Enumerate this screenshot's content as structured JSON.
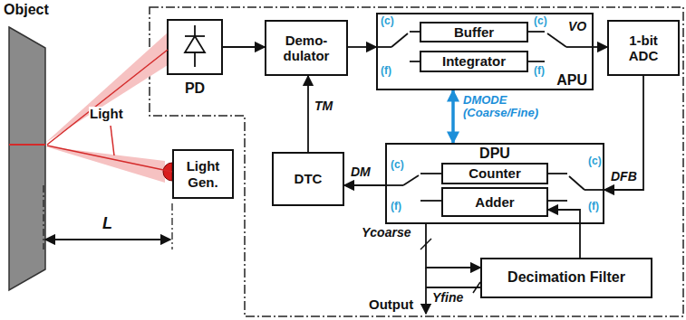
{
  "diagram": {
    "nodes": [
      {
        "text": [
          "Object"
        ]
      },
      {
        "text": [
          "PD"
        ]
      },
      {
        "text": [
          "Demo- dulator"
        ]
      },
      {
        "text": [
          "APU"
        ]
      },
      {
        "text": [
          "Buffer"
        ],
        "in": 3
      },
      {
        "text": [
          "Integrator"
        ],
        "in": 3
      },
      {
        "text": [
          "1-bit ADC"
        ]
      },
      {
        "text": [
          "Light Gen."
        ]
      },
      {
        "text": [
          "DTC"
        ]
      },
      {
        "text": [
          "DPU"
        ]
      },
      {
        "text": [
          "Counter"
        ],
        "in": 9
      },
      {
        "text": [
          "Adder"
        ],
        "in": 9
      },
      {
        "text": [
          "Decimation Filter"
        ]
      }
    ],
    "edges": [
      {
        "from": 7,
        "to": 0,
        "arrow": "none"
      },
      {
        "from": 0,
        "to": 1,
        "arrow": "none"
      },
      {
        "from": 1,
        "to": 2,
        "arrow": "to"
      },
      {
        "from": 2,
        "to": 3,
        "arrow": "to"
      },
      {
        "from": 3,
        "to": 6,
        "label": "VO",
        "arrow": "to"
      },
      {
        "from": 6,
        "to": 9,
        "label": "DFB",
        "arrow": "to"
      },
      {
        "from": 9,
        "to": 8,
        "label": "DM",
        "arrow": "to"
      },
      {
        "from": 8,
        "to": 2,
        "label": "TM",
        "arrow": "to"
      },
      {
        "from": 3,
        "to": 9,
        "label": "DMODE (Coarse/Fine)",
        "arrow": "both"
      },
      {
        "from": 9,
        "to": 12,
        "arrow": "to"
      },
      {
        "from": 12,
        "to": 11,
        "arrow": "to"
      }
    ],
    "labels": [
      "(c)",
      "(f)",
      "(c)",
      "(f)",
      "(c)",
      "(f)",
      "(c)",
      "(f)",
      "Light",
      "L",
      "Ycoarse",
      "Yfine",
      "Output"
    ]
  }
}
